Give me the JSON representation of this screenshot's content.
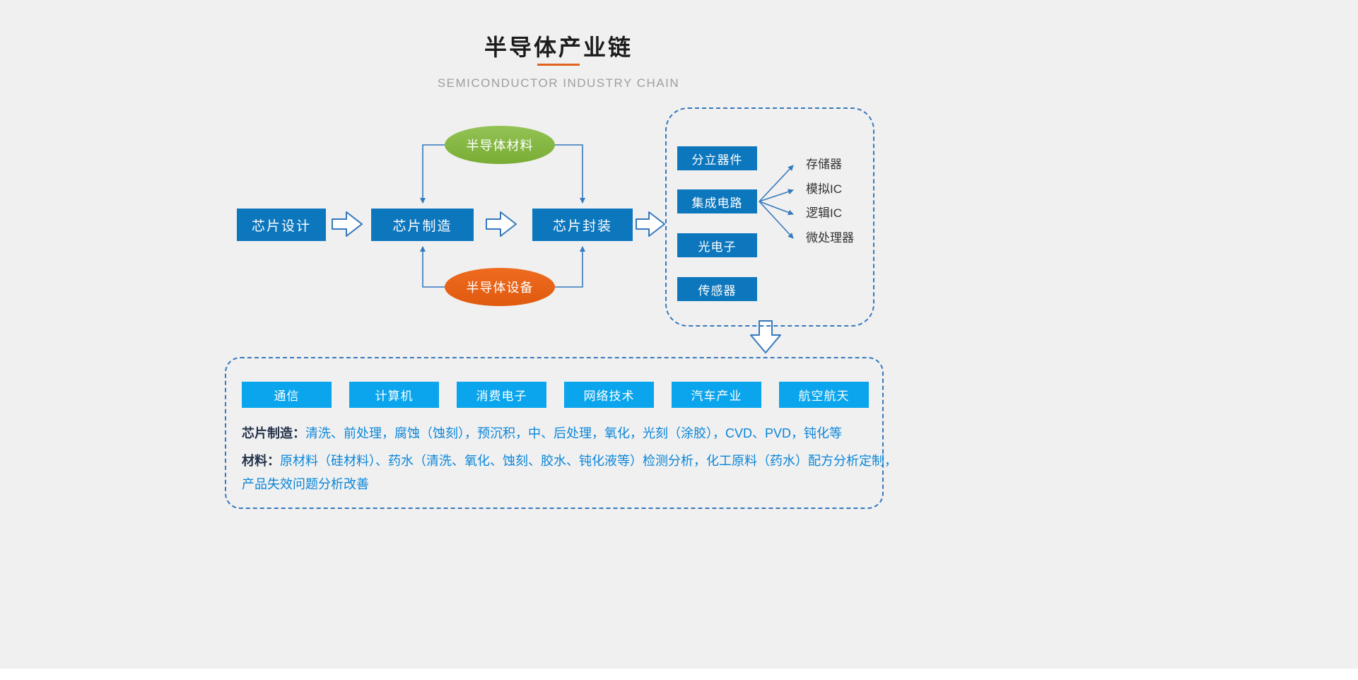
{
  "header": {
    "title": "半导体产业链",
    "subtitle": "SEMICONDUCTOR INDUSTRY CHAIN"
  },
  "flow": {
    "steps": [
      "芯片设计",
      "芯片制造",
      "芯片封装"
    ],
    "materials_label": "半导体材料",
    "equipment_label": "半导体设备"
  },
  "products": {
    "categories": [
      "分立器件",
      "集成电路",
      "光电子",
      "传感器"
    ],
    "ic_types": [
      "存储器",
      "模拟IC",
      "逻辑IC",
      "微处理器"
    ]
  },
  "applications": [
    "通信",
    "计算机",
    "消费电子",
    "网络技术",
    "汽车产业",
    "航空航天"
  ],
  "notes": [
    {
      "label": "芯片制造：",
      "text": "清洗、前处理，腐蚀（蚀刻），预沉积，中、后处理，氧化，光刻（涂胶），CVD、PVD，钝化等"
    },
    {
      "label": "材料：",
      "text": "原材料（硅材料）、药水（清洗、氧化、蚀刻、胶水、钝化液等）检测分析，化工原料（药水）配方分析定制，"
    },
    {
      "label": "",
      "text": "产品失效问题分析改善"
    }
  ],
  "colors": {
    "background": "#f0f0f0",
    "primary_blue": "#0d77be",
    "light_blue": "#0aa5ec",
    "line_blue": "#3579bd",
    "green": "#84b93f",
    "orange": "#e55d12",
    "accent_orange": "#e0621c",
    "note_text_blue": "#0a86d9",
    "note_label_dark": "#24324a",
    "subtitle_gray": "#9e9e9e"
  }
}
